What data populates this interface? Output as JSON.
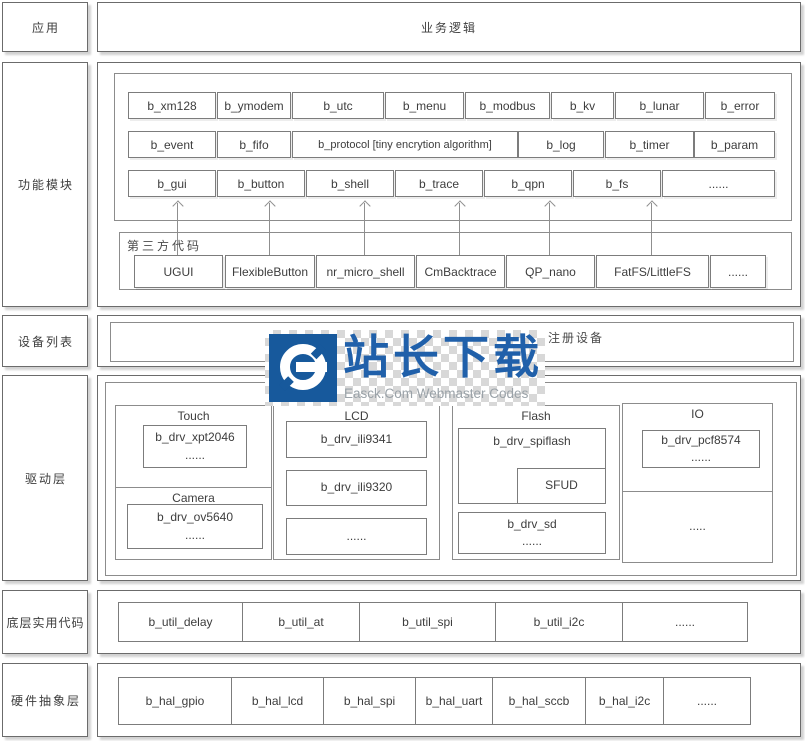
{
  "layers": {
    "app_label": "应用",
    "modules_label": "功能模块",
    "devices_label": "设备列表",
    "driver_label": "驱动层",
    "util_label": "底层实用代码",
    "hal_label": "硬件抽象层"
  },
  "business": {
    "label": "业务逻辑"
  },
  "modules": {
    "row1": [
      "b_xm128",
      "b_ymodem",
      "b_utc",
      "b_menu",
      "b_modbus",
      "b_kv",
      "b_lunar",
      "b_error"
    ],
    "row2": [
      "b_event",
      "b_fifo",
      "b_protocol [tiny encrytion algorithm]",
      "b_log",
      "b_timer",
      "b_param"
    ],
    "row3": [
      "b_gui",
      "b_button",
      "b_shell",
      "b_trace",
      "b_qpn",
      "b_fs",
      "......"
    ],
    "third_party_label": "第三方代码",
    "third_party": [
      "UGUI",
      "FlexibleButton",
      "nr_micro_shell",
      "CmBacktrace",
      "QP_nano",
      "FatFS/LittleFS",
      "......"
    ]
  },
  "devices": {
    "registered_label": "注册设备"
  },
  "driver": {
    "touch": {
      "title": "Touch",
      "name": "b_drv_xpt2046",
      "more": "......"
    },
    "camera": {
      "title": "Camera",
      "name": "b_drv_ov5640",
      "more": "......"
    },
    "lcd": {
      "title": "LCD",
      "box1": "b_drv_ili9341",
      "box2": "b_drv_ili9320",
      "box3": "......"
    },
    "flash": {
      "title": "Flash",
      "box1": "b_drv_spiflash",
      "sfud": "SFUD",
      "box2_name": "b_drv_sd",
      "box2_more": "......"
    },
    "io": {
      "title": "IO",
      "name": "b_drv_pcf8574",
      "more": "......",
      "extra": "....."
    }
  },
  "util": [
    "b_util_delay",
    "b_util_at",
    "b_util_spi",
    "b_util_i2c",
    "......"
  ],
  "hal": [
    "b_hal_gpio",
    "b_hal_lcd",
    "b_hal_spi",
    "b_hal_uart",
    "b_hal_sccb",
    "b_hal_i2c",
    "......"
  ],
  "watermark": {
    "title": "站长下载",
    "subtitle": "Easck.Com Webmaster Codes",
    "brand_blue": "#17599c",
    "text_gray": "#9aa2a8"
  }
}
